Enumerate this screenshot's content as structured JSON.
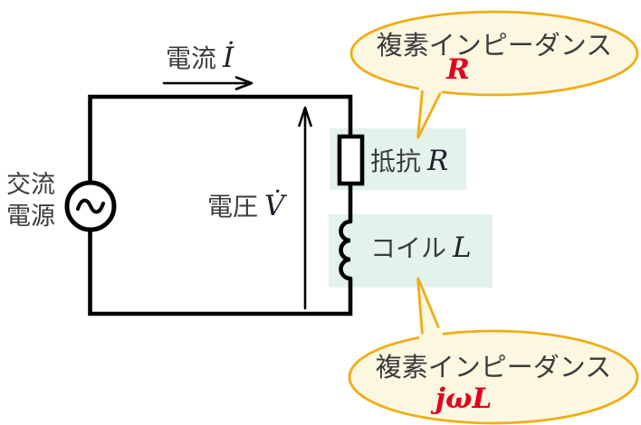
{
  "colors": {
    "bubble_fill": "#FBF7E1",
    "bubble_border": "#F0AD14",
    "highlight": "#E4F2EC",
    "formula_red": "#E3001E",
    "text_dark": "#3B3B3B",
    "math_dark": "#21212E",
    "wire": "#000000"
  },
  "labels": {
    "ac_source_line1": "交流",
    "ac_source_line2": "電源",
    "current_text": "電流",
    "current_symbol": "İ",
    "voltage_text": "電圧",
    "voltage_symbol": "V̇",
    "resistor_text": "抵抗",
    "resistor_symbol": "R",
    "coil_text": "コイル",
    "coil_symbol": "L"
  },
  "callouts": {
    "top": {
      "line1": "複素インピーダンス",
      "formula": "R"
    },
    "bottom": {
      "line1": "複素インピーダンス",
      "formula": "jωL"
    }
  }
}
